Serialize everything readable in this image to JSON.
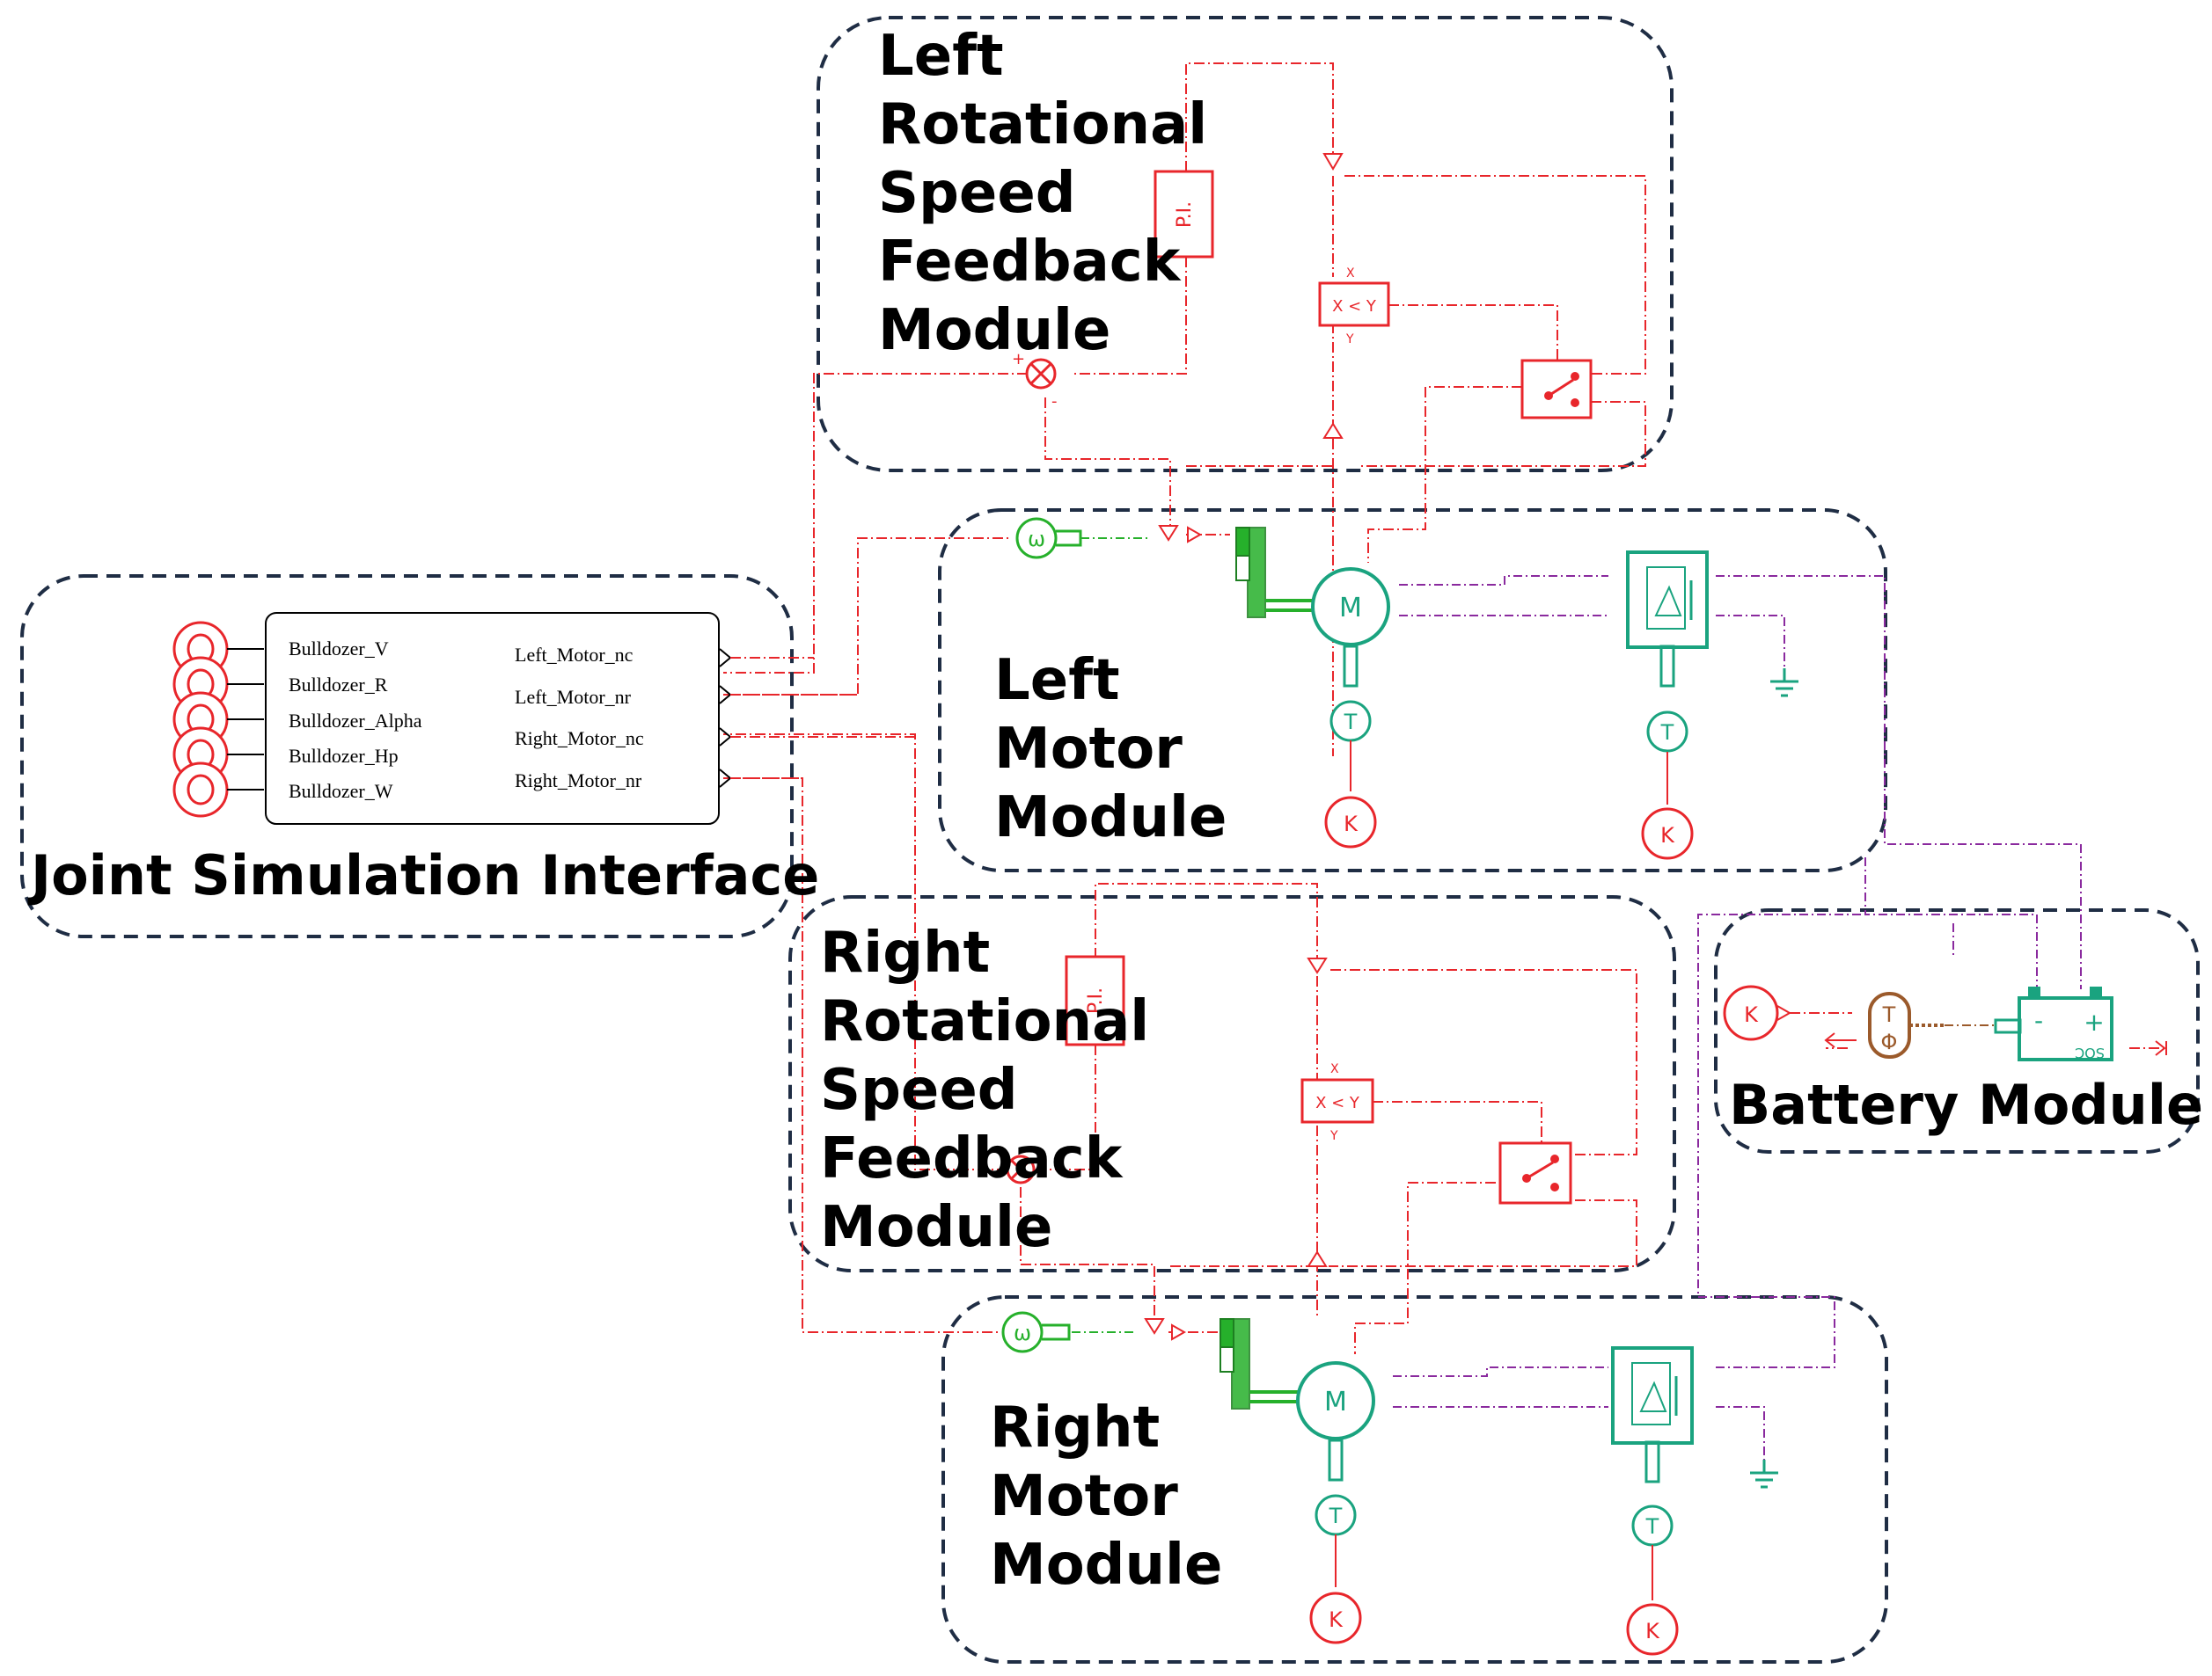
{
  "modules": {
    "left_feedback": {
      "lines": [
        "Left",
        "Rotational",
        "Speed",
        "Feedback",
        "Module"
      ]
    },
    "left_motor": {
      "lines": [
        "Left",
        "Motor",
        "Module"
      ]
    },
    "joint": {
      "title": "Joint Simulation Interface"
    },
    "right_feedback": {
      "lines": [
        "Right",
        "Rotational",
        "Speed",
        "Feedback",
        "Module"
      ]
    },
    "right_motor": {
      "lines": [
        "Right",
        "Motor",
        "Module"
      ]
    },
    "battery": {
      "title": "Battery Module"
    }
  },
  "interface_block": {
    "inputs": [
      "Bulldozer_V",
      "Bulldozer_R",
      "Bulldozer_Alpha",
      "Bulldozer_Hp",
      "Bulldozer_W"
    ],
    "outputs": [
      "Left_Motor_nc",
      "Left_Motor_nr",
      "Right_Motor_nc",
      "Right_Motor_nr"
    ]
  },
  "component_labels": {
    "pi": "P.I.",
    "compare": "X < Y",
    "compare_x": "X",
    "compare_y": "Y",
    "motor": "M",
    "speed_sensor": "ω",
    "torque": "T",
    "const": "K",
    "plus": "+",
    "minus": "-",
    "battery_minus": "-",
    "battery_plus": "+",
    "soc": "SOC",
    "thermal_t": "T",
    "thermal_phi": "Φ"
  },
  "colors": {
    "frame": "#1f2d44",
    "signal": "#e8262b",
    "mech": "#26b02b",
    "elec": "#1aa37f",
    "power": "#8a2a9e",
    "thermal": "#9b5a2b"
  }
}
